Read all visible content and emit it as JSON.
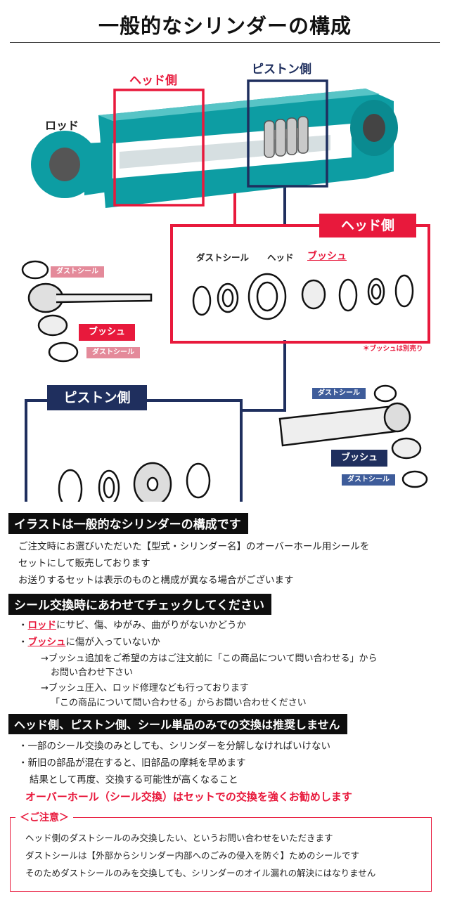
{
  "title": "一般的なシリンダーの構成",
  "diagram": {
    "rod": "ロッド",
    "head_side": "ヘッド側",
    "piston_side": "ピストン側",
    "head_box": {
      "title": "ヘッド側",
      "dust_seal": "ダストシール",
      "head": "ヘッド",
      "bush": "ブッシュ",
      "note": "＊ブッシュは別売り"
    },
    "piston_box": {
      "title": "ピストン側"
    },
    "left_part": {
      "dust_seal_top": "ダストシール",
      "bush": "ブッシュ",
      "dust_seal_bottom": "ダストシール"
    },
    "right_part": {
      "dust_seal_top": "ダストシール",
      "bush": "ブッシュ",
      "dust_seal_bottom": "ダストシール"
    },
    "colors": {
      "cylinder": "#0d9da3",
      "red": "#e8193c",
      "navy": "#1f2f5e"
    }
  },
  "section1": {
    "heading": "イラストは一般的なシリンダーの構成です",
    "lines": [
      "ご注文時にお選びいただいた【型式・シリンダー名】のオーバーホール用シールを",
      "セットにして販売しております",
      "お送りするセットは表示のものと構成が異なる場合がございます"
    ]
  },
  "section2": {
    "heading": "シール交換時にあわせてチェックしてください",
    "item1_keyword": "ロッド",
    "item1_rest": "にサビ、傷、ゆがみ、曲がりがないかどうか",
    "item2_keyword": "ブッシュ",
    "item2_rest": "に傷が入っていないか",
    "sub1_line1": "→ブッシュ追加をご希望の方はご注文前に「この商品について問い合わせる」から",
    "sub1_line2": "お問い合わせ下さい",
    "sub2_line1": "→ブッシュ圧入、ロッド修理なども行っております",
    "sub2_line2": "「この商品について問い合わせる」からお問い合わせください"
  },
  "section3": {
    "heading": "ヘッド側、ピストン側、シール単品のみでの交換は推奨しません",
    "line1": "・一部のシール交換のみとしても、シリンダーを分解しなければいけない",
    "line2": "・新旧の部品が混在すると、旧部品の摩耗を早めます",
    "line3": "結果として再度、交換する可能性が高くなること",
    "emphasis": "オーバーホール（シール交換）はセットでの交換を強くお勧めします"
  },
  "notice": {
    "title": "＜ご注意＞",
    "lines": [
      "ヘッド側のダストシールのみ交換したい、というお問い合わせをいただきます",
      "ダストシールは【外部からシリンダー内部へのごみの侵入を防ぐ】ためのシールです",
      "そのためダストシールのみを交換しても、シリンダーのオイル漏れの解決にはなりません"
    ]
  }
}
